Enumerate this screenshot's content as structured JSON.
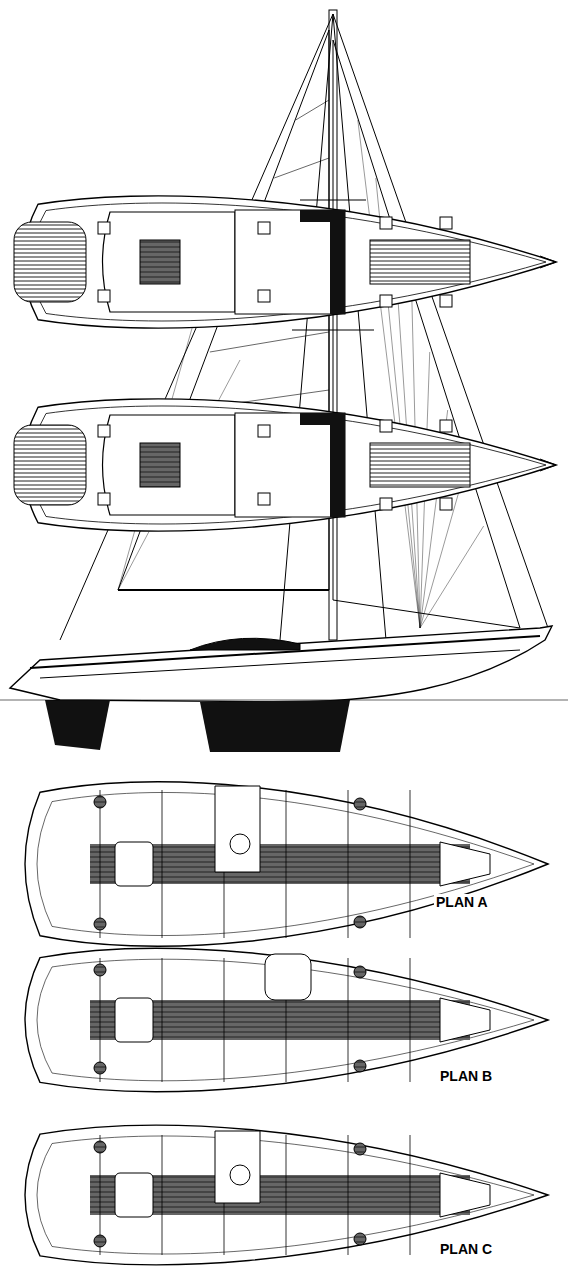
{
  "diagram": {
    "labels": [
      "PLAN A",
      "PLAN B",
      "PLAN C"
    ]
  }
}
